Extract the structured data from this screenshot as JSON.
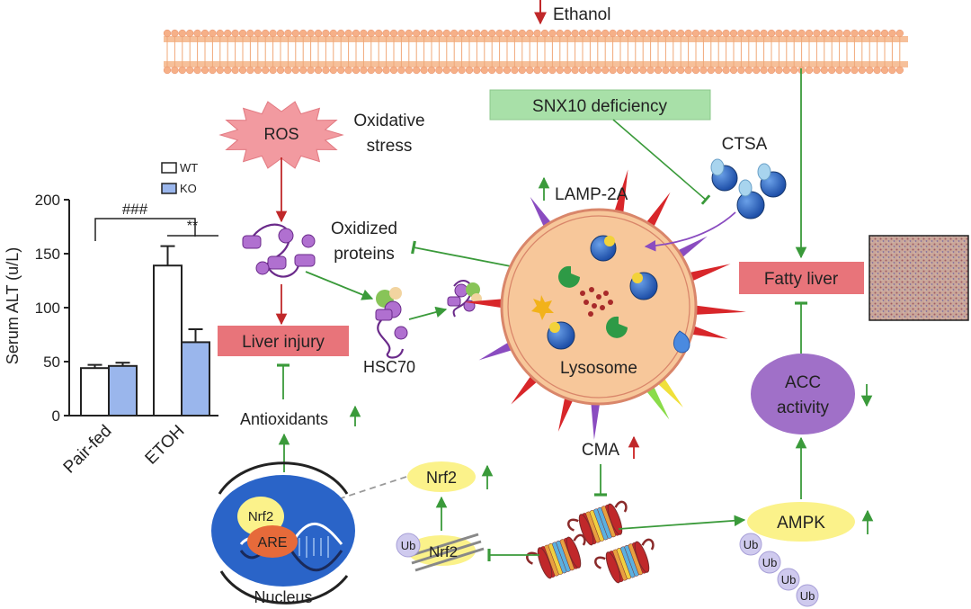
{
  "membrane": {
    "ethanol_label": "Ethanol"
  },
  "chart": {
    "type": "bar",
    "ylabel": "Serum ALT (u/L)",
    "categories": [
      "Pair-fed",
      "ETOH"
    ],
    "series": [
      {
        "name": "WT",
        "values": [
          44,
          139
        ],
        "errors": [
          3,
          18
        ]
      },
      {
        "name": "KO",
        "values": [
          46,
          68
        ],
        "errors": [
          3,
          12
        ]
      }
    ],
    "yticks": [
      0,
      50,
      100,
      150,
      200
    ],
    "ylim": [
      0,
      200
    ],
    "significance": [
      "###",
      "**"
    ]
  },
  "labels": {
    "ros": "ROS",
    "oxidative_stress_1": "Oxidative",
    "oxidative_stress_2": "stress",
    "oxidized_proteins_1": "Oxidized",
    "oxidized_proteins_2": "proteins",
    "liver_injury": "Liver injury",
    "hsc70": "HSC70",
    "antioxidants": "Antioxidants",
    "nucleus": "Nucleus",
    "nrf2_nucleus": "Nrf2",
    "are": "ARE",
    "nrf2_free": "Nrf2",
    "nrf2_ub": "Nrf2",
    "ub": "Ub",
    "snx10": "SNX10 deficiency",
    "ctsa": "CTSA",
    "lamp2a": "LAMP-2A",
    "lysosome": "Lysosome",
    "cma": "CMA",
    "fatty_liver": "Fatty liver",
    "acc_1": "ACC",
    "acc_2": "activity",
    "ampk": "AMPK",
    "ub_chain": [
      "Ub",
      "Ub",
      "Ub",
      "Ub"
    ]
  },
  "colors": {
    "up_arrow": "#3a9a3a",
    "cma_up_arrow": "#cc2222",
    "red_box": "#e8747a",
    "green_box": "#a8e0a8",
    "ros_star": "#f29aa0",
    "lysosome_fill": "#f7c79a",
    "purple_bubble": "#a070c8",
    "yellow_bubble": "#fbf28a",
    "nucleus_blue": "#2a64c8"
  }
}
